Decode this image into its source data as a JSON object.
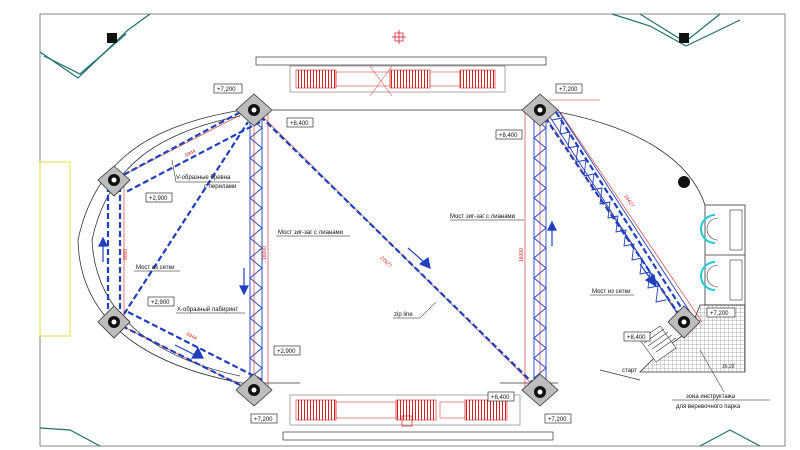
{
  "elevations": {
    "tl_top": "+7,200",
    "tl_inner": "+8,400",
    "tr_top": "+7,200",
    "tr_inner": "+8,400",
    "bl_bottom": "+7,200",
    "bl_inner": "+2,900",
    "br_bottom": "+7,200",
    "br_inner": "+8,400",
    "left_top": "+2,900",
    "left_bottom": "+2,900",
    "right_platform": "+7,200",
    "right_stairs": "+8,400"
  },
  "labels": {
    "v_logs": "V-образные бревна",
    "v_logs_sub": "с перилами",
    "mesh_bridge_left": "Мост из сетки",
    "x_maze": "X-образный лабиринт",
    "zigzag_left": "Мост зиг-заг с лианами",
    "zipline": "zip line",
    "zigzag_right": "Мост зиг-заг с лианами",
    "mesh_bridge_right": "Мост из сетки",
    "start": "старт",
    "instructor_zone": "зона инструктажа",
    "instructor_zone_sub": "для веревочного парка",
    "platform_size": "16.22"
  },
  "dimensions": {
    "d_top_left": "6944",
    "d_left": "9000",
    "d_bottom_left": "6944",
    "d_left_vertical": "16000",
    "d_diagonal": "22627",
    "d_right_vertical": "16000",
    "d_right_diag": "14427"
  },
  "colors": {
    "blue": "#1f3fbf",
    "red": "#d62020",
    "cyan": "#20c8d8",
    "teal": "#1f6f6f",
    "yellow": "#e8e25a"
  }
}
